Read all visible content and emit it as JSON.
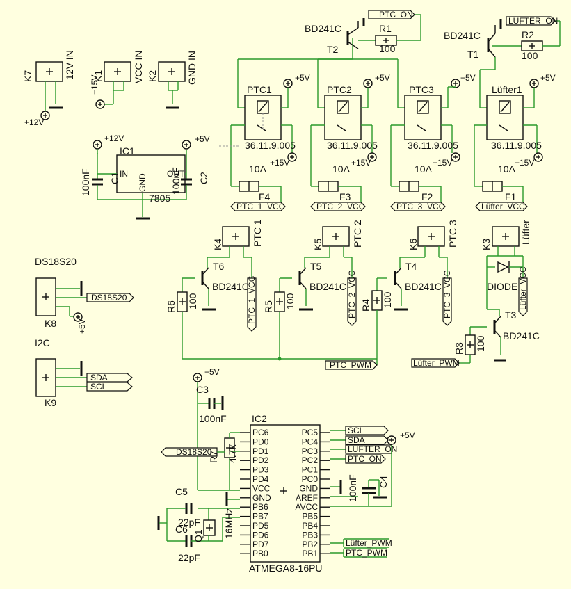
{
  "transistors": [
    {
      "id": "T2",
      "type": "BD241C"
    },
    {
      "id": "T1",
      "type": "BD241C"
    },
    {
      "id": "T6",
      "type": "BD241C"
    },
    {
      "id": "T5",
      "type": "BD241C"
    },
    {
      "id": "T4",
      "type": "BD241C"
    },
    {
      "id": "T3",
      "type": "BD241C"
    }
  ],
  "resistors": [
    {
      "id": "R1",
      "value": "100"
    },
    {
      "id": "R2",
      "value": "100"
    },
    {
      "id": "R6",
      "value": "100"
    },
    {
      "id": "R5",
      "value": "100"
    },
    {
      "id": "R4",
      "value": "100"
    },
    {
      "id": "R3",
      "value": "100"
    },
    {
      "id": "R7",
      "value": "4.7k"
    }
  ],
  "relays": [
    {
      "id": "PTC1",
      "part": "36.11.9.005"
    },
    {
      "id": "PTC2",
      "part": "36.11.9.005"
    },
    {
      "id": "PTC3",
      "part": "36.11.9.005"
    },
    {
      "id": "Lüfter1",
      "part": "36.11.9.005"
    }
  ],
  "fuses": [
    {
      "id": "F4",
      "rating": "10A"
    },
    {
      "id": "F3",
      "rating": "10A"
    },
    {
      "id": "F2",
      "rating": "10A"
    },
    {
      "id": "F1",
      "rating": "10A"
    }
  ],
  "connectors": [
    {
      "id": "K7",
      "label": "12V IN"
    },
    {
      "id": "K1",
      "label": "VCC IN"
    },
    {
      "id": "K2",
      "label": "GND IN"
    },
    {
      "id": "K4",
      "label": "PTC 1"
    },
    {
      "id": "K5",
      "label": "PTC 2"
    },
    {
      "id": "K6",
      "label": "PTC 3"
    },
    {
      "id": "K3",
      "label": "Lüfter"
    },
    {
      "id": "K8",
      "label": ""
    },
    {
      "id": "K9",
      "label": ""
    }
  ],
  "section_labels": {
    "ds": "DS18S20",
    "i2c": "I2C"
  },
  "ic1": {
    "id": "IC1",
    "part": "7805",
    "pin_in": "IN",
    "pin_out": "OUT",
    "pin_gnd": "GND"
  },
  "ic2": {
    "id": "IC2",
    "part": "ATMEGA8-16PU",
    "left_pins": [
      "PC6",
      "PD0",
      "PD1",
      "PD2",
      "PD3",
      "PD4",
      "VCC",
      "GND",
      "PB6",
      "PB7",
      "PD5",
      "PD6",
      "PD7",
      "PB0"
    ],
    "right_pins": [
      "PC5",
      "PC4",
      "PC3",
      "PC2",
      "PC1",
      "PC0",
      "GND",
      "AREF",
      "AVCC",
      "PB5",
      "PB4",
      "PB3",
      "PB2",
      "PB1"
    ]
  },
  "capacitors": [
    {
      "id": "C1",
      "value": "100nF"
    },
    {
      "id": "C2",
      "value": "100nF"
    },
    {
      "id": "C3",
      "value": "100nF"
    },
    {
      "id": "C4",
      "value": "100nF"
    },
    {
      "id": "C5",
      "value": "22pF"
    },
    {
      "id": "C6",
      "value": "22pF"
    }
  ],
  "crystal": {
    "id": "Q1",
    "value": "16MHz"
  },
  "diode": {
    "label": "DIODE"
  },
  "supplies": {
    "p5": "+5V",
    "p12": "+12V",
    "p15": "+15V"
  },
  "net_flags": {
    "ptc_on": "PTC_ON",
    "luefter_on": "LÜFTER_ON",
    "ptc1_vcc": "PTC_1_VCC",
    "ptc2_vcc": "PTC_2_VCC",
    "ptc3_vcc": "PTC_3_VCC",
    "luefter_vcc": "Lüfter_VCC",
    "ptc_pwm": "PTC_PWM",
    "luefter_pwm": "Lüfter_PWM",
    "ds": "DS18S20",
    "sda": "SDA",
    "scl": "SCL",
    "pc3": "LUFTER_ON",
    "pc2": "PTC_ON",
    "pb2": "Lüfter_PWM",
    "pb1": "PTC_PWM",
    "ptc1_vcc_v": "PTC_1_VCC",
    "ptc2_vcc_v": "PTC_2_VCC",
    "ptc3_vcc_v": "PTC_3_VCC",
    "luefter_vcc_v": "Lüfter_VCC"
  }
}
